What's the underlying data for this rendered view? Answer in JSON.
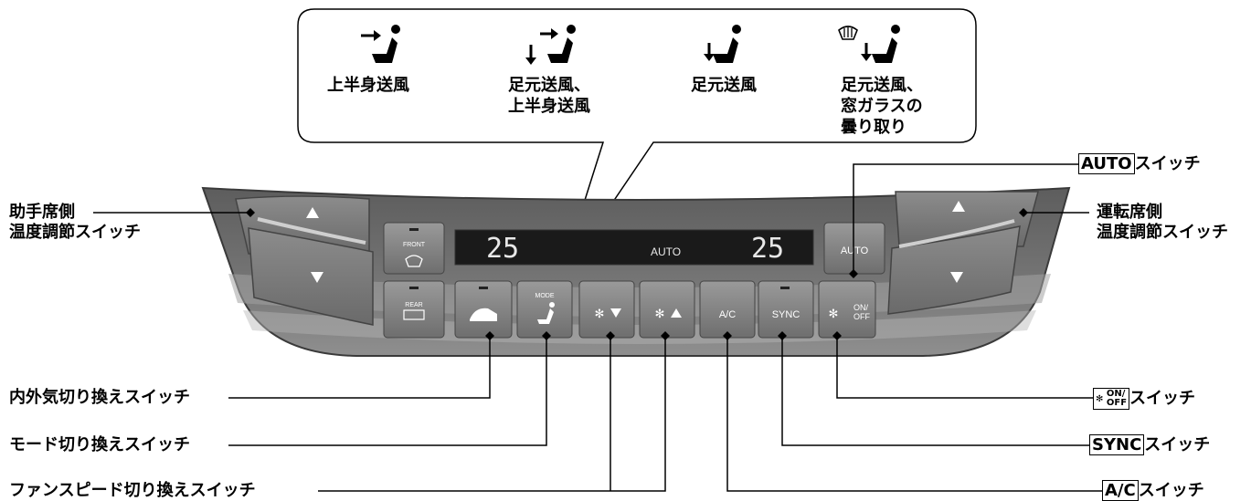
{
  "callout": {
    "modes": [
      {
        "icon": "upper-body-vent-icon",
        "caption": [
          "上半身送風"
        ]
      },
      {
        "icon": "bilevel-vent-icon",
        "caption": [
          "足元送風、",
          "上半身送風"
        ]
      },
      {
        "icon": "floor-vent-icon",
        "caption": [
          "足元送風"
        ]
      },
      {
        "icon": "floor-defrost-vent-icon",
        "caption": [
          "足元送風、",
          "窓ガラスの",
          "曇り取り"
        ]
      }
    ]
  },
  "panel": {
    "display": {
      "left_temp": "25",
      "mode": "AUTO",
      "right_temp": "25"
    },
    "buttons": {
      "front": "FRONT",
      "rear": "REAR",
      "mode": "MODE",
      "ac": "A/C",
      "sync": "SYNC",
      "auto": "AUTO",
      "fan_onoff": "ON/\nOFF",
      "on": "ON/",
      "off": "OFF"
    }
  },
  "labels": {
    "passenger_temp": [
      "助手席側",
      "温度調節スイッチ"
    ],
    "driver_temp": [
      "運転席側",
      "温度調節スイッチ"
    ],
    "recirc": "内外気切り換えスイッチ",
    "mode": "モード切り換えスイッチ",
    "fan_speed": "ファンスピード切り換えスイッチ",
    "auto": {
      "boxed": "AUTO",
      "suffix": "スイッチ"
    },
    "fan_onoff": {
      "boxed_on": "ON/",
      "boxed_off": "OFF",
      "suffix": "スイッチ"
    },
    "sync": {
      "boxed": "SYNC",
      "suffix": "スイッチ"
    },
    "ac": {
      "boxed": "A/C",
      "suffix": "スイッチ"
    }
  },
  "colors": {
    "panel_dark": "#6b6b6b",
    "panel_mid": "#8a8a8a",
    "button": "#7d7d7d",
    "display": "#1a1a1a",
    "segment": "#e8e8e8"
  }
}
